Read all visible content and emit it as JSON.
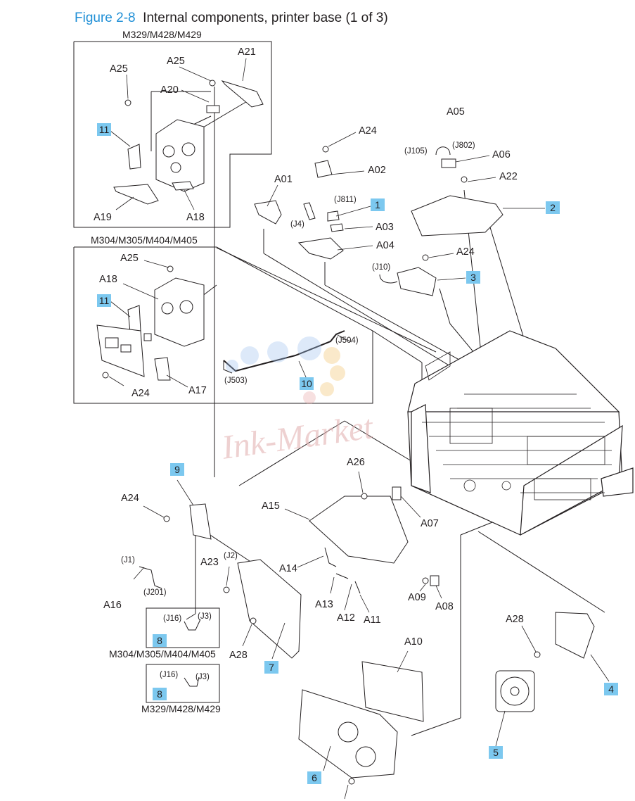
{
  "figure": {
    "number": "Figure 2-8",
    "caption": "Internal components, printer base (1 of 3)"
  },
  "boxes": {
    "top_left_model": "M329/M428/M429",
    "mid_left_model": "M304/M305/M404/M405"
  },
  "labels": {
    "A01": "A01",
    "A02": "A02",
    "A03": "A03",
    "A04": "A04",
    "A05": "A05",
    "A06": "A06",
    "A07": "A07",
    "A08": "A08",
    "A09": "A09",
    "A10": "A10",
    "A11": "A11",
    "A12": "A12",
    "A13": "A13",
    "A14": "A14",
    "A15": "A15",
    "A16": "A16",
    "A17": "A17",
    "A18": "A18",
    "A19": "A19",
    "A20": "A20",
    "A21": "A21",
    "A22": "A22",
    "A23": "A23",
    "A24": "A24",
    "A25": "A25",
    "A26": "A26",
    "A28": "A28"
  },
  "connectors": {
    "J105": "(J105)",
    "J802": "(J802)",
    "J811": "(J811)",
    "J4": "(J4)",
    "J10": "(J10)",
    "J504": "(J504)",
    "J503": "(J503)",
    "J1": "(J1)",
    "J2": "(J2)",
    "J201": "(J201)",
    "J16": "(J16)",
    "J3": "(J3)"
  },
  "callouts": {
    "c1": "1",
    "c2": "2",
    "c3": "3",
    "c4": "4",
    "c5": "5",
    "c6": "6",
    "c7": "7",
    "c8": "8",
    "c9": "9",
    "c10": "10",
    "c11": "11"
  },
  "sub_models": {
    "j16_box_a": "M304/M305/M404/M405",
    "j16_box_b": "M329/M428/M429"
  },
  "watermark": "Ink-Market",
  "colors": {
    "callout": "#7cc8ef",
    "title_accent": "#1f8fd6",
    "line": "#231f20",
    "watermark": "#d9a3a3"
  }
}
